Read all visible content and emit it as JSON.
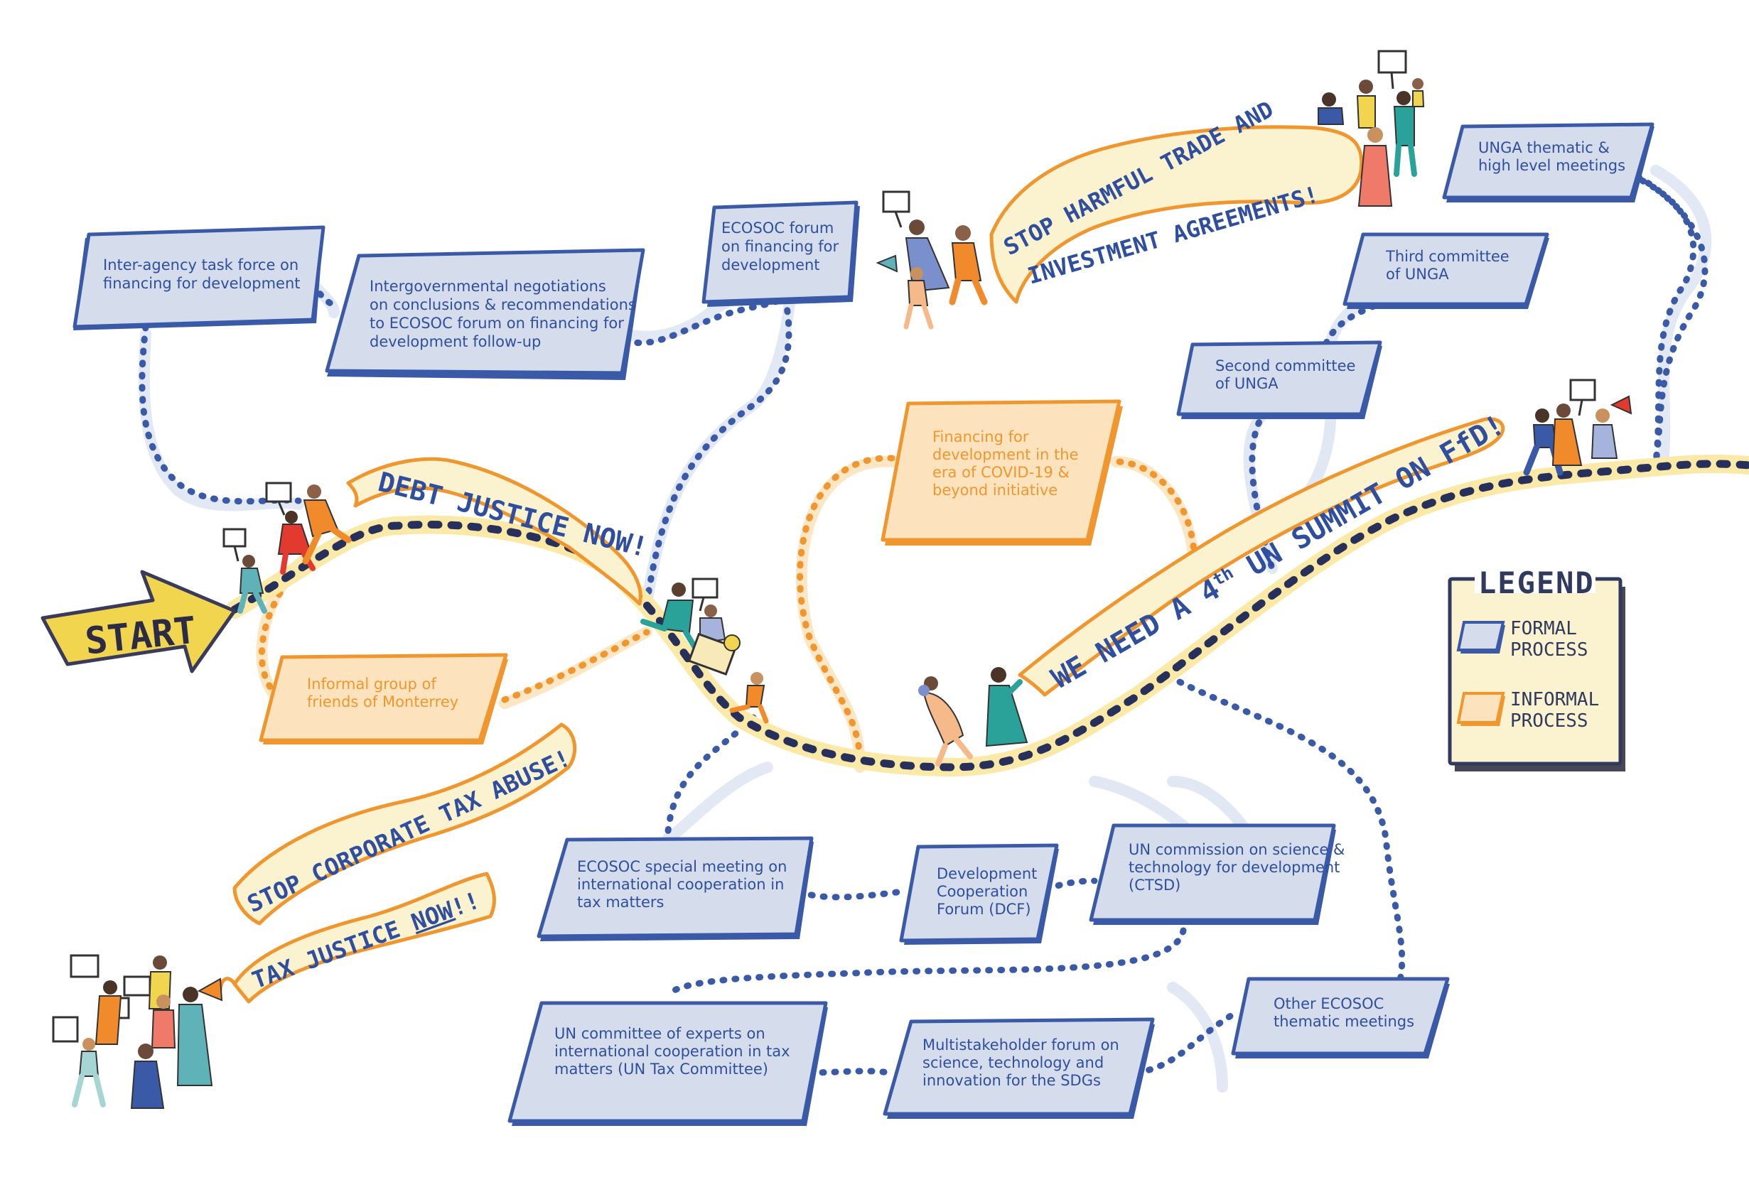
{
  "start_label": "START",
  "legend": {
    "title": "LEGEND",
    "formal_line1": "FORMAL",
    "formal_line2": "PROCESS",
    "informal_line1": "INFORMAL",
    "informal_line2": "PROCESS"
  },
  "colors": {
    "formal_fill": "#d5ddec",
    "formal_stroke": "#3a5aa8",
    "formal_text": "#2f4f9e",
    "informal_fill": "#fde3bd",
    "informal_stroke": "#f0962f",
    "informal_text": "#f0962f",
    "banner_fill": "#fbf2cf",
    "start_fill": "#f2d54e",
    "path_glow": "#fbe9a8"
  },
  "formal_boxes": {
    "interagency": {
      "line1": "Inter-agency task force on",
      "line2": "financing for development"
    },
    "intergov": {
      "line1": "Intergovernmental negotiations",
      "line2": "on conclusions & recommendations",
      "line3": "to ECOSOC forum on financing for",
      "line4": "development follow-up"
    },
    "ecosoc_forum": {
      "line1": "ECOSOC forum",
      "line2": "on financing for",
      "line3": "development"
    },
    "unga_thematic": {
      "line1": "UNGA thematic &",
      "line2": "high level meetings"
    },
    "third_committee": {
      "line1": "Third committee",
      "line2": "of UNGA"
    },
    "second_committee": {
      "line1": "Second committee",
      "line2": "of UNGA"
    },
    "ecosoc_special": {
      "line1": "ECOSOC special meeting on",
      "line2": "international cooperation in",
      "line3": "tax matters"
    },
    "dcf": {
      "line1": "Development",
      "line2": "Cooperation",
      "line3": "Forum (DCF)"
    },
    "ctsd": {
      "line1": "UN commission on science &",
      "line2": "technology for development",
      "line3": "(CTSD)"
    },
    "tax_committee": {
      "line1": "UN committee of experts on",
      "line2": "international cooperation in tax",
      "line3": "matters (UN Tax Committee)"
    },
    "multistakeholder": {
      "line1": "Multistakeholder forum on",
      "line2": "science, technology and",
      "line3": "innovation for the SDGs"
    },
    "other_ecosoc": {
      "line1": "Other ECOSOC",
      "line2": "thematic meetings"
    }
  },
  "informal_boxes": {
    "monterrey": {
      "line1": "Informal group of",
      "line2": "friends of Monterrey"
    },
    "covid": {
      "line1": "Financing for",
      "line2": "development in the",
      "line3": "era of COVID-19 &",
      "line4": "beyond initiative"
    }
  },
  "banners": {
    "debt": "DEBT JUSTICE NOW!",
    "trade_line1": "STOP HARMFUL TRADE AND",
    "trade_line2": "INVESTMENT AGREEMENTS!",
    "summit_a": "WE NEED A 4",
    "summit_sup": "th",
    "summit_b": " UN SUMMIT ON FfD!",
    "tax_abuse": "STOP CORPORATE TAX ABUSE!",
    "tax_justice_a": "TAX JUSTICE ",
    "tax_justice_b": "NOW",
    "tax_justice_c": "!!"
  }
}
